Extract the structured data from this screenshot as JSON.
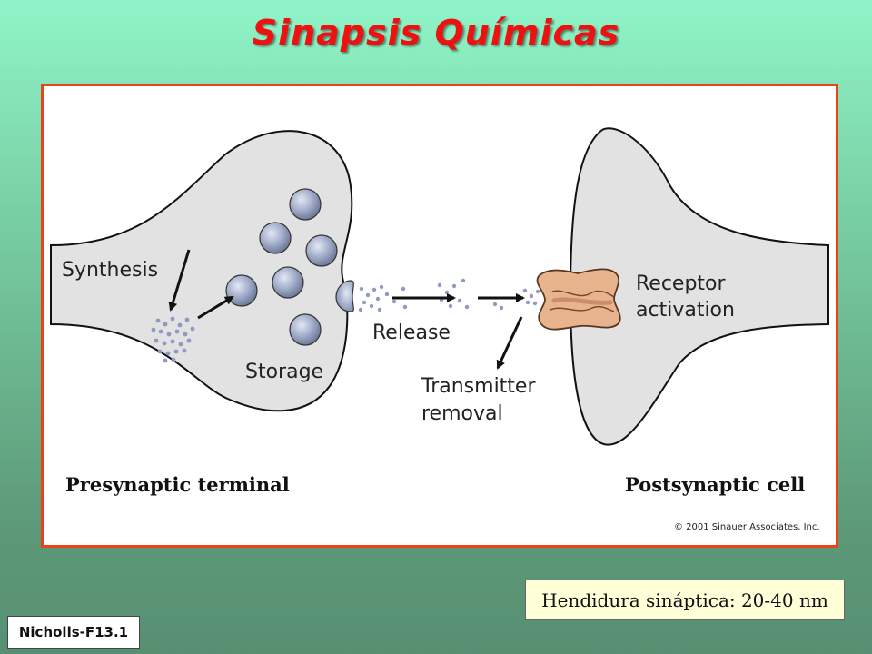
{
  "title": "Sinapsis Químicas",
  "figure": {
    "labels": {
      "synthesis": "Synthesis",
      "storage": "Storage",
      "release": "Release",
      "receptor_line1": "Receptor",
      "receptor_line2": "activation",
      "removal_line1": "Transmitter",
      "removal_line2": "removal",
      "presynaptic": "Presynaptic terminal",
      "postsynaptic": "Postsynaptic cell",
      "copyright": "© 2001 Sinauer Associates, Inc."
    },
    "colors": {
      "cell_fill": "#e2e2e2",
      "vesicle": "#9aa6c8",
      "receptor": "#e8b48e",
      "border": "#e8441a"
    }
  },
  "cleft_note": "Hendidura sináptica: 20-40 nm",
  "reference": "Nicholls-F13.1"
}
